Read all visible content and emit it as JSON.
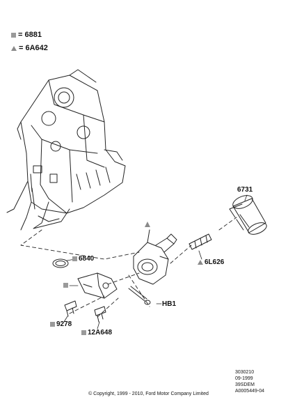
{
  "legend": {
    "square_text": "= 6881",
    "triangle_text": "= 6A642"
  },
  "callouts": {
    "filter": "6731",
    "gasket": "6840",
    "adapter": "6L626",
    "bolt": "HB1",
    "sensor_left": "9278",
    "sensor_right": "12A648"
  },
  "footer": {
    "ref_lines": [
      "3030210",
      "09-1999",
      "39SDEM",
      "A0005449-04"
    ],
    "copyright": "© Copyright, 1999 - 2010, Ford Motor Company Limited"
  },
  "colors": {
    "line": "#222222",
    "marker": "#9a9a9a"
  },
  "icons": [
    "square-marker-icon",
    "triangle-marker-icon"
  ]
}
